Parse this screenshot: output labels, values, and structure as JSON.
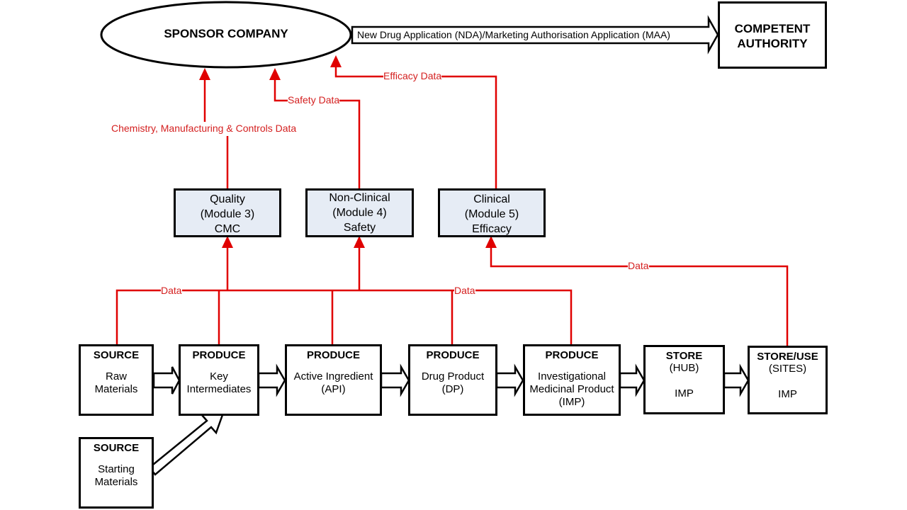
{
  "sponsor": {
    "label": "SPONSOR COMPANY"
  },
  "authority": {
    "line1": "COMPETENT",
    "line2": "AUTHORITY"
  },
  "submission_arrow": {
    "label": "New Drug Application (NDA)/Marketing Authorisation Application (MAA)"
  },
  "data_labels": {
    "cmc": "Chemistry, Manufacturing & Controls Data",
    "safety": "Safety Data",
    "efficacy": "Efficacy Data",
    "data_left": "Data",
    "data_mid": "Data",
    "data_right": "Data"
  },
  "modules": [
    {
      "line1": "Quality",
      "line2": "(Module 3)",
      "line3": "CMC"
    },
    {
      "line1": "Non-Clinical",
      "line2": "(Module 4)",
      "line3": "Safety"
    },
    {
      "line1": "Clinical",
      "line2": "(Module 5)",
      "line3": "Efficacy"
    }
  ],
  "steps": [
    {
      "title": "SOURCE",
      "line1": "Raw",
      "line2": "Materials"
    },
    {
      "title": "PRODUCE",
      "line1": "Key",
      "line2": "Intermediates"
    },
    {
      "title": "PRODUCE",
      "line1": "Active Ingredient",
      "line2": "(API)"
    },
    {
      "title": "PRODUCE",
      "line1": "Drug Product",
      "line2": "(DP)"
    },
    {
      "title": "PRODUCE",
      "line1": "Investigational",
      "line2": "Medicinal Product",
      "line3": "(IMP)"
    },
    {
      "title": "STORE",
      "line1": "(HUB)",
      "line2": "IMP"
    },
    {
      "title": "STORE/USE",
      "line1": "(SITES)",
      "line2": "IMP"
    },
    {
      "title": "SOURCE",
      "line1": "Starting",
      "line2": "Materials"
    }
  ],
  "colors": {
    "data_flow": "#e00000",
    "module_fill": "#e6ecf5"
  }
}
